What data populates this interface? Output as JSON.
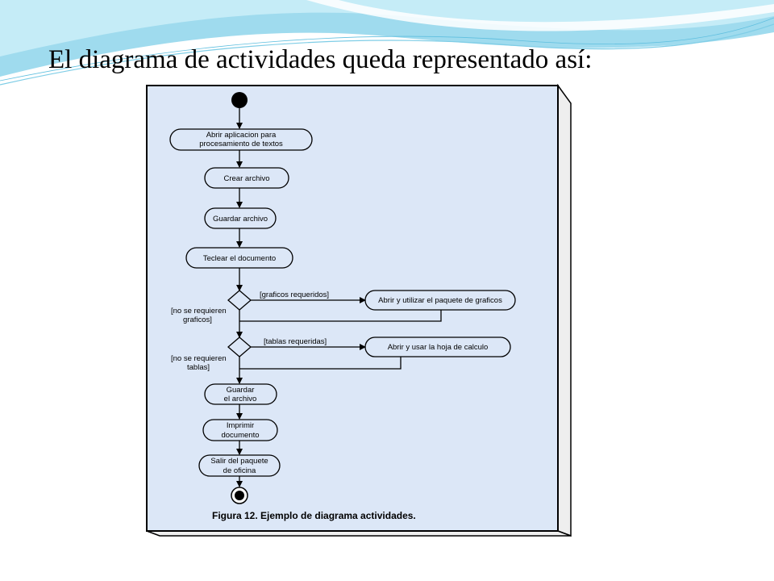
{
  "slide": {
    "title": "El diagrama de actividades queda representado así:"
  },
  "colors": {
    "frame_fill": "#dce7f7",
    "frame_shadow": "#f2f2f2",
    "node_fill": "#dce7f7",
    "wave_dark": "#8fd3ea",
    "wave_light": "#cfeef8"
  },
  "diagram": {
    "caption": "Figura 12. Ejemplo de diagrama actividades.",
    "activities": [
      {
        "id": "abrir-aplicacion",
        "lines": [
          "Abrir aplicacion para",
          "procesamiento de textos"
        ]
      },
      {
        "id": "crear-archivo",
        "lines": [
          "Crear archivo"
        ]
      },
      {
        "id": "guardar-archivo",
        "lines": [
          "Guardar archivo"
        ]
      },
      {
        "id": "teclear-documento",
        "lines": [
          "Teclear el documento"
        ]
      },
      {
        "id": "paquete-graficos",
        "lines": [
          "Abrir y utilizar el paquete de graficos"
        ]
      },
      {
        "id": "hoja-calculo",
        "lines": [
          "Abrir y usar la hoja de calculo"
        ]
      },
      {
        "id": "guardar-archivo-2",
        "lines": [
          "Guardar",
          "el archivo"
        ]
      },
      {
        "id": "imprimir-documento",
        "lines": [
          "Imprimir",
          "documento"
        ]
      },
      {
        "id": "salir-paquete",
        "lines": [
          "Salir del paquete",
          "de oficina"
        ]
      }
    ],
    "guards": {
      "graficos_si": "[graficos requeridos]",
      "graficos_no": [
        "[no se requieren",
        "graficos]"
      ],
      "tablas_si": "[tablas requeridas]",
      "tablas_no": [
        "[no se requieren",
        "tablas]"
      ]
    }
  }
}
